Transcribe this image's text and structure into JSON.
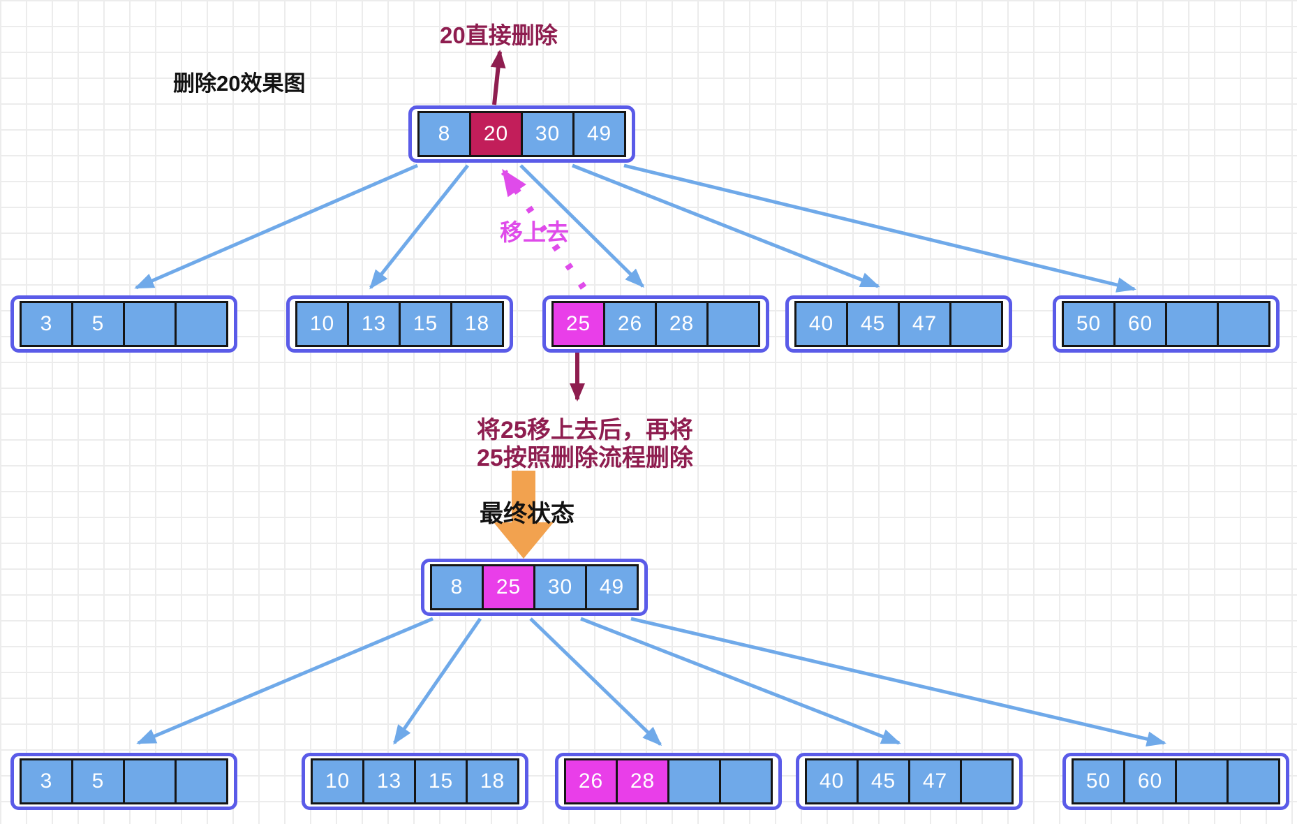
{
  "colors": {
    "cell_blue": "#6FA9E9",
    "cell_crimson": "#C21E5A",
    "cell_magenta": "#E93EE9",
    "cell_border": "#151515",
    "cell_text": "#FFFFFF",
    "node_border": "#5A5BE8",
    "connector_blue": "#6FA9E9",
    "accent_crimson": "#8E1D4F",
    "accent_magenta": "#DF4BEA",
    "accent_orange": "#F2A24F",
    "text_black": "#111111",
    "grid_line": "#ECECEC"
  },
  "labels": {
    "diagram_title": "删除20效果图",
    "delete_annotation": "20直接删除",
    "move_up_annotation": "移上去",
    "middle_note": "将25移上去后，再将\n25按照删除流程删除",
    "final_state_label": "最终状态"
  },
  "tree_before": {
    "root": {
      "cells": [
        {
          "value": "8",
          "variant": "blue"
        },
        {
          "value": "20",
          "variant": "crimson"
        },
        {
          "value": "30",
          "variant": "blue"
        },
        {
          "value": "49",
          "variant": "blue"
        }
      ]
    },
    "children": [
      {
        "cells": [
          {
            "value": "3",
            "variant": "blue"
          },
          {
            "value": "5",
            "variant": "blue"
          },
          {
            "value": "",
            "variant": "blue"
          },
          {
            "value": "",
            "variant": "blue"
          }
        ]
      },
      {
        "cells": [
          {
            "value": "10",
            "variant": "blue"
          },
          {
            "value": "13",
            "variant": "blue"
          },
          {
            "value": "15",
            "variant": "blue"
          },
          {
            "value": "18",
            "variant": "blue"
          }
        ]
      },
      {
        "cells": [
          {
            "value": "25",
            "variant": "magenta"
          },
          {
            "value": "26",
            "variant": "blue"
          },
          {
            "value": "28",
            "variant": "blue"
          },
          {
            "value": "",
            "variant": "blue"
          }
        ]
      },
      {
        "cells": [
          {
            "value": "40",
            "variant": "blue"
          },
          {
            "value": "45",
            "variant": "blue"
          },
          {
            "value": "47",
            "variant": "blue"
          },
          {
            "value": "",
            "variant": "blue"
          }
        ]
      },
      {
        "cells": [
          {
            "value": "50",
            "variant": "blue"
          },
          {
            "value": "60",
            "variant": "blue"
          },
          {
            "value": "",
            "variant": "blue"
          },
          {
            "value": "",
            "variant": "blue"
          }
        ]
      }
    ]
  },
  "tree_after": {
    "root": {
      "cells": [
        {
          "value": "8",
          "variant": "blue"
        },
        {
          "value": "25",
          "variant": "magenta"
        },
        {
          "value": "30",
          "variant": "blue"
        },
        {
          "value": "49",
          "variant": "blue"
        }
      ]
    },
    "children": [
      {
        "cells": [
          {
            "value": "3",
            "variant": "blue"
          },
          {
            "value": "5",
            "variant": "blue"
          },
          {
            "value": "",
            "variant": "blue"
          },
          {
            "value": "",
            "variant": "blue"
          }
        ]
      },
      {
        "cells": [
          {
            "value": "10",
            "variant": "blue"
          },
          {
            "value": "13",
            "variant": "blue"
          },
          {
            "value": "15",
            "variant": "blue"
          },
          {
            "value": "18",
            "variant": "blue"
          }
        ]
      },
      {
        "cells": [
          {
            "value": "26",
            "variant": "magenta"
          },
          {
            "value": "28",
            "variant": "magenta"
          },
          {
            "value": "",
            "variant": "blue"
          },
          {
            "value": "",
            "variant": "blue"
          }
        ]
      },
      {
        "cells": [
          {
            "value": "40",
            "variant": "blue"
          },
          {
            "value": "45",
            "variant": "blue"
          },
          {
            "value": "47",
            "variant": "blue"
          },
          {
            "value": "",
            "variant": "blue"
          }
        ]
      },
      {
        "cells": [
          {
            "value": "50",
            "variant": "blue"
          },
          {
            "value": "60",
            "variant": "blue"
          },
          {
            "value": "",
            "variant": "blue"
          },
          {
            "value": "",
            "variant": "blue"
          }
        ]
      }
    ]
  }
}
